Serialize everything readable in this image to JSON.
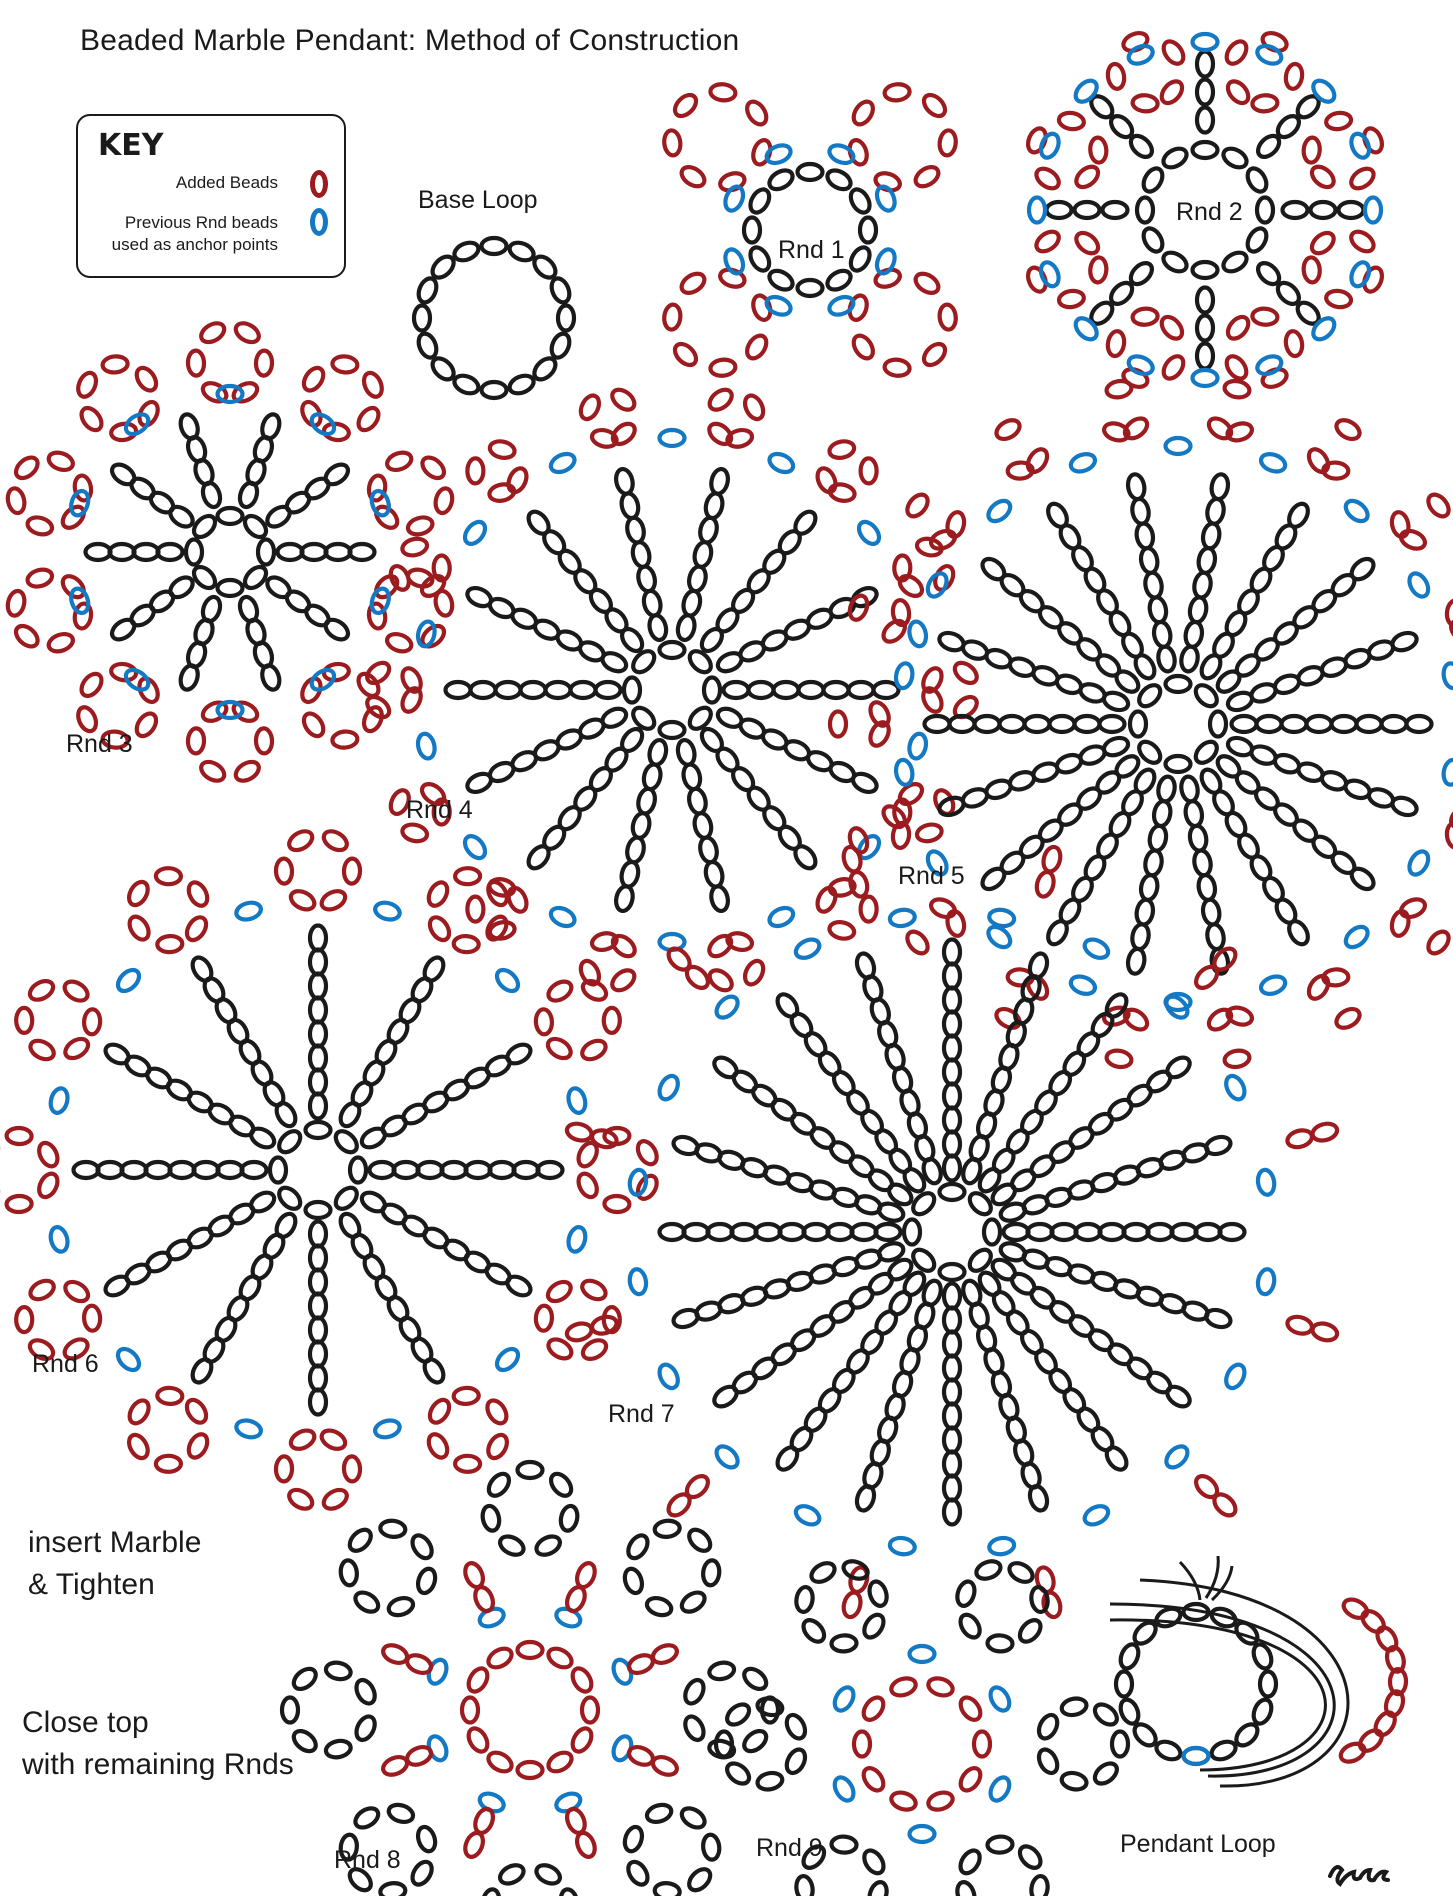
{
  "title": "Beaded Marble Pendant: Method of Construction",
  "key": {
    "heading": "KEY",
    "added_label": "Added Beads",
    "previous_label_line1": "Previous Rnd beads",
    "previous_label_line2": "used as anchor points"
  },
  "colors": {
    "added": "#9b1b1e",
    "anchor": "#1479c4",
    "structure": "#1a1a1a"
  },
  "labels": {
    "base_loop": "Base Loop",
    "rnd1": "Rnd 1",
    "rnd2": "Rnd 2",
    "rnd3": "Rnd 3",
    "rnd4": "Rnd 4",
    "rnd5": "Rnd 5",
    "rnd6": "Rnd 6",
    "rnd7": "Rnd 7",
    "rnd8": "Rnd 8",
    "rnd9": "Rnd 9",
    "pendant_loop": "Pendant Loop",
    "signature": "Ry'06"
  },
  "notes": {
    "insert_line1": "insert Marble",
    "insert_line2": "& Tighten",
    "close_line1": "Close top",
    "close_line2": "with remaining Rnds"
  }
}
